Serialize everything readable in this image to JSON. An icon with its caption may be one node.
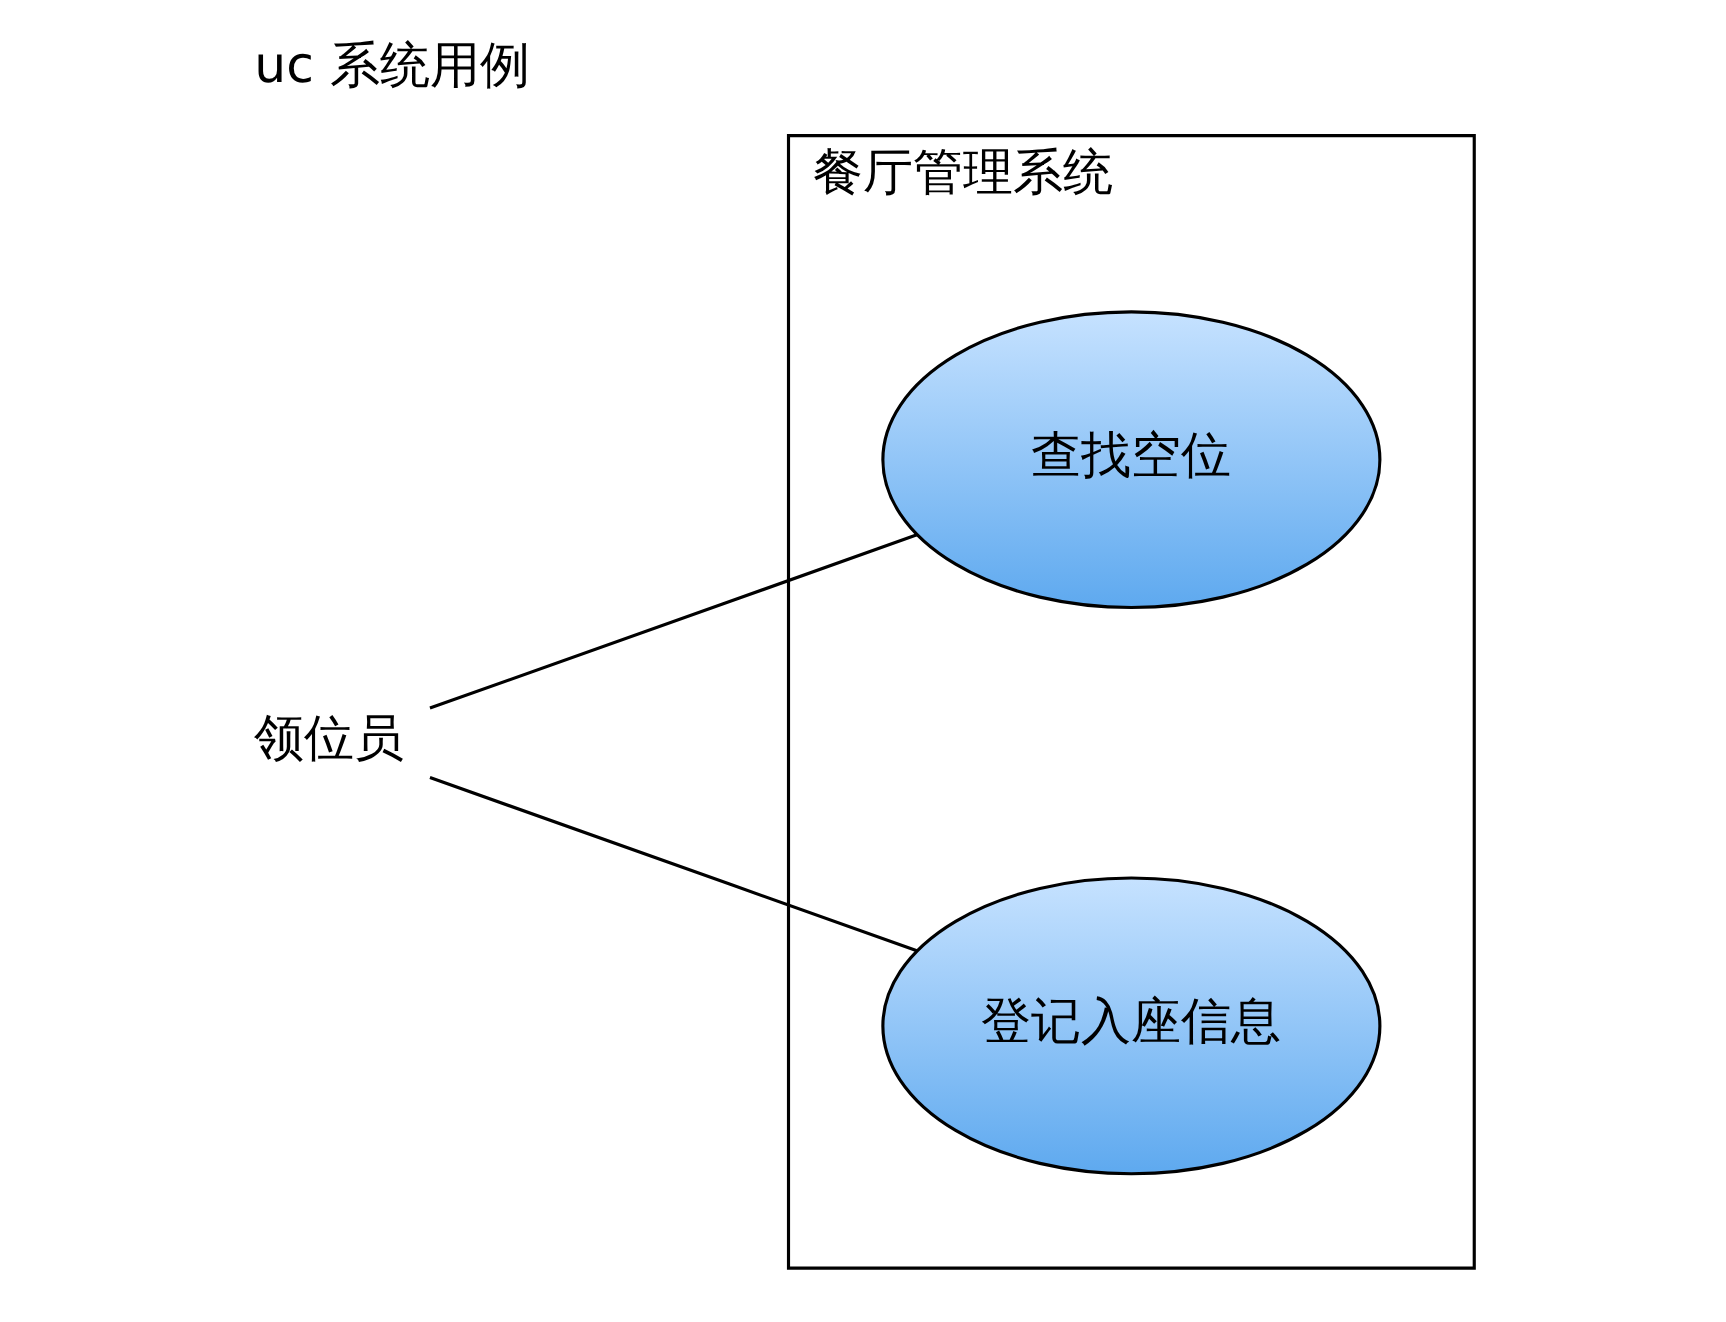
{
  "diagram": {
    "title": "uc 系统用例",
    "nodes": [
      {
        "text": [
          "领位员"
        ]
      },
      {
        "text": [
          "餐厅管理系统"
        ]
      },
      {
        "text": [
          "查找空位"
        ],
        "in": 1
      },
      {
        "text": [
          "登记入座信息"
        ],
        "in": 1
      }
    ],
    "edges": [
      {
        "from": 0,
        "to": 2,
        "arrow": "none"
      },
      {
        "from": 0,
        "to": 3,
        "arrow": "none"
      }
    ]
  }
}
